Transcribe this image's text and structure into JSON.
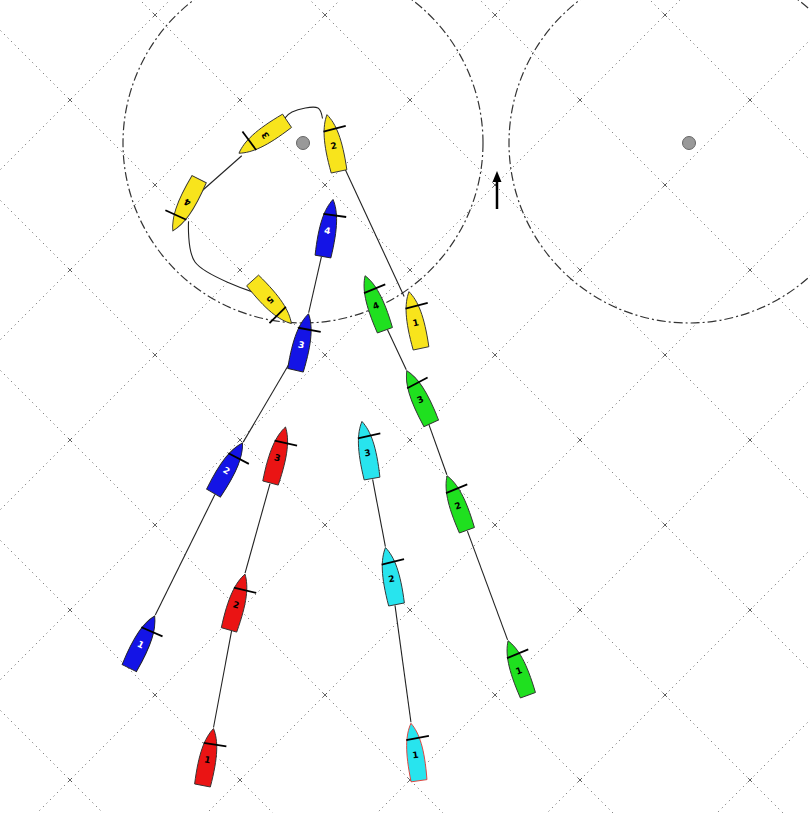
{
  "diagram": {
    "nodes": [
      {
        "text": [
          "1"
        ]
      },
      {
        "text": [
          "2"
        ]
      },
      {
        "text": [
          "3"
        ]
      },
      {
        "text": [
          "4"
        ]
      },
      {
        "text": [
          "5"
        ]
      },
      {
        "text": [
          "1"
        ]
      },
      {
        "text": [
          "2"
        ]
      },
      {
        "text": [
          "3"
        ]
      },
      {
        "text": [
          "4"
        ]
      },
      {
        "text": [
          "1"
        ]
      },
      {
        "text": [
          "2"
        ]
      },
      {
        "text": [
          "3"
        ]
      },
      {
        "text": [
          "4"
        ]
      },
      {
        "text": [
          "1"
        ]
      },
      {
        "text": [
          "2"
        ]
      },
      {
        "text": [
          "3"
        ]
      },
      {
        "text": [
          "1"
        ]
      },
      {
        "text": [
          "2"
        ]
      },
      {
        "text": [
          "3"
        ]
      }
    ],
    "edges": [
      {
        "from": 0,
        "to": 1,
        "arrow": "none"
      },
      {
        "from": 1,
        "to": 2,
        "arrow": "none"
      },
      {
        "from": 2,
        "to": 3,
        "arrow": "none"
      },
      {
        "from": 3,
        "to": 4,
        "arrow": "none"
      },
      {
        "from": 5,
        "to": 6,
        "arrow": "none"
      },
      {
        "from": 6,
        "to": 7,
        "arrow": "none"
      },
      {
        "from": 7,
        "to": 8,
        "arrow": "none"
      },
      {
        "from": 9,
        "to": 10,
        "arrow": "none"
      },
      {
        "from": 10,
        "to": 11,
        "arrow": "none"
      },
      {
        "from": 11,
        "to": 12,
        "arrow": "none"
      },
      {
        "from": 13,
        "to": 14,
        "arrow": "none"
      },
      {
        "from": 14,
        "to": 15,
        "arrow": "none"
      },
      {
        "from": 16,
        "to": 17,
        "arrow": "none"
      },
      {
        "from": 17,
        "to": 18,
        "arrow": "none"
      }
    ]
  }
}
